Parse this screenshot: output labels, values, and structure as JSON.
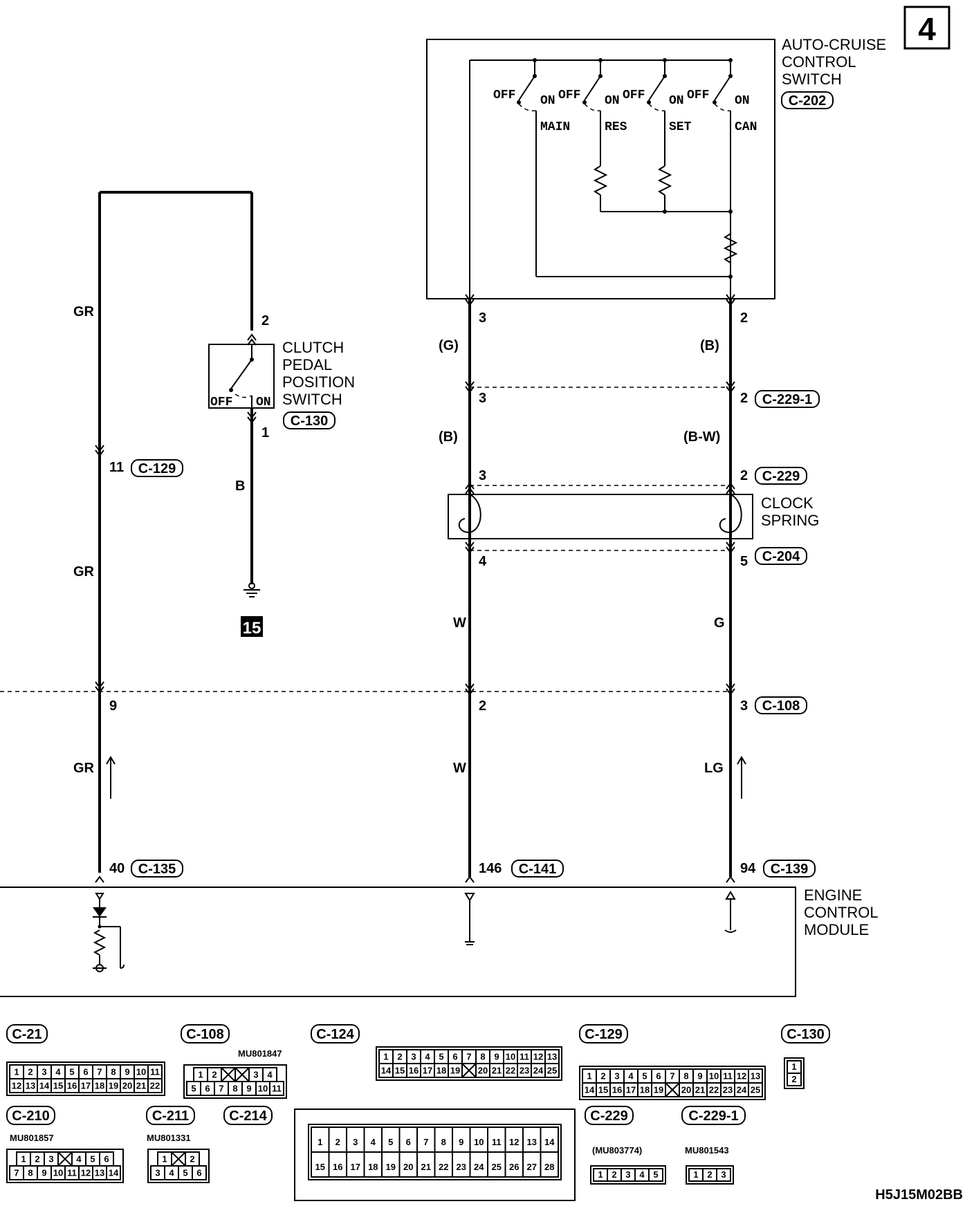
{
  "page_number": "4",
  "figure_code": "H5J15M02BB",
  "components": {
    "cruise_switch": {
      "lines": [
        "AUTO-CRUISE",
        "CONTROL",
        "SWITCH"
      ],
      "connector": "C-202"
    },
    "clutch_switch": {
      "lines": [
        "CLUTCH",
        "PEDAL",
        "POSITION",
        "SWITCH"
      ],
      "connector": "C-130"
    },
    "clock_spring": {
      "lines": [
        "CLOCK",
        "SPRING"
      ]
    },
    "ecm": {
      "lines": [
        "ENGINE",
        "CONTROL",
        "MODULE"
      ]
    },
    "ground_number": "15"
  },
  "switches": [
    {
      "off": "OFF",
      "on": "ON",
      "name": "MAIN"
    },
    {
      "off": "OFF",
      "on": "ON",
      "name": "RES"
    },
    {
      "off": "OFF",
      "on": "ON",
      "name": "SET"
    },
    {
      "off": "OFF",
      "on": "ON",
      "name": "CAN"
    }
  ],
  "clutch_states": {
    "off": "OFF",
    "on": "ON"
  },
  "wire_colors": {
    "gr1": "GR",
    "gr2": "GR",
    "gr3": "GR",
    "b_clutch": "B",
    "g_paren": "(G)",
    "b_paren": "(B)",
    "b2_paren": "(B)",
    "bw_paren": "(B-W)",
    "w1": "W",
    "g1": "G",
    "w2": "W",
    "lg": "LG"
  },
  "pins": {
    "clutch_2": "2",
    "clutch_1": "1",
    "gr_11": "11",
    "gr_9": "9",
    "gr_40": "40",
    "l_3a": "3",
    "l_3b": "3",
    "l_3c": "3",
    "l_4": "4",
    "l_2": "2",
    "l_146": "146",
    "r_2a": "2",
    "r_2b": "2",
    "r_2c": "2",
    "r_5": "5",
    "r_3": "3",
    "r_94": "94"
  },
  "connectors": {
    "c129": "C-129",
    "c229_1": "C-229-1",
    "c229": "C-229",
    "c204": "C-204",
    "c108": "C-108",
    "c135": "C-135",
    "c141": "C-141",
    "c139": "C-139"
  },
  "connector_views": {
    "c21": {
      "label": "C-21",
      "row1": [
        "1",
        "2",
        "3",
        "4",
        "5",
        "6",
        "7",
        "8",
        "9",
        "10",
        "11"
      ],
      "row2": [
        "12",
        "13",
        "14",
        "15",
        "16",
        "17",
        "18",
        "19",
        "20",
        "21",
        "22"
      ]
    },
    "c108": {
      "label": "C-108",
      "part": "MU801847",
      "row1": [
        "1",
        "2",
        "",
        "",
        "3",
        "4"
      ],
      "row2": [
        "5",
        "6",
        "7",
        "8",
        "9",
        "10",
        "11"
      ]
    },
    "c124": {
      "label": "C-124",
      "row1": [
        "1",
        "2",
        "3",
        "4",
        "5",
        "6",
        "7",
        "8",
        "9",
        "10",
        "11",
        "12",
        "13"
      ],
      "row2": [
        "14",
        "15",
        "16",
        "17",
        "18",
        "19",
        "",
        "20",
        "21",
        "22",
        "23",
        "24",
        "25"
      ]
    },
    "c129": {
      "label": "C-129",
      "row1": [
        "1",
        "2",
        "3",
        "4",
        "5",
        "6",
        "7",
        "8",
        "9",
        "10",
        "11",
        "12",
        "13"
      ],
      "row2": [
        "14",
        "15",
        "16",
        "17",
        "18",
        "19",
        "",
        "20",
        "21",
        "22",
        "23",
        "24",
        "25"
      ]
    },
    "c130": {
      "label": "C-130",
      "row1": [
        "1"
      ],
      "row2": [
        "2"
      ]
    },
    "c210": {
      "label": "C-210",
      "part": "MU801857",
      "row1": [
        "1",
        "2",
        "3",
        "",
        "4",
        "5",
        "6"
      ],
      "row2": [
        "7",
        "8",
        "9",
        "10",
        "11",
        "12",
        "13",
        "14"
      ]
    },
    "c211": {
      "label": "C-211",
      "part": "MU801331",
      "row1": [
        "1",
        "",
        "2"
      ],
      "row2": [
        "3",
        "4",
        "5",
        "6"
      ]
    },
    "c214": {
      "label": "C-214",
      "row1": [
        "1",
        "2",
        "3",
        "4",
        "5",
        "6",
        "7",
        "8",
        "9",
        "10",
        "11",
        "12",
        "13",
        "14"
      ],
      "row2": [
        "15",
        "16",
        "17",
        "18",
        "19",
        "20",
        "21",
        "22",
        "23",
        "24",
        "25",
        "26",
        "27",
        "28"
      ]
    },
    "c229": {
      "label": "C-229",
      "part": "(MU803774)",
      "row1": [
        "1",
        "2",
        "3",
        "4",
        "5"
      ]
    },
    "c229_1": {
      "label": "C-229-1",
      "part": "MU801543",
      "row1": [
        "1",
        "2",
        "3"
      ]
    }
  }
}
